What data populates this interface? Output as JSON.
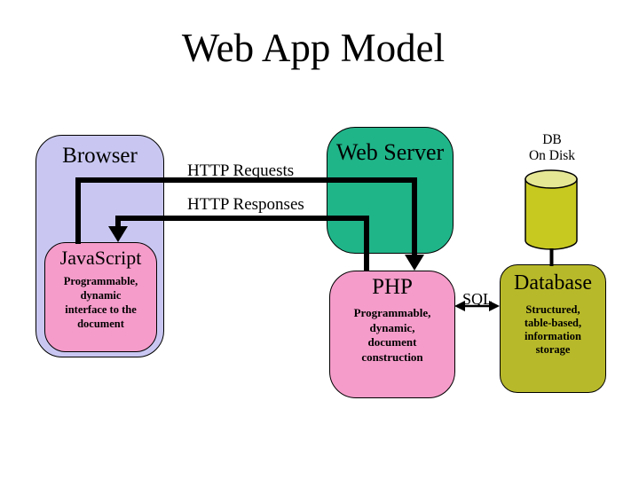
{
  "title": "Web App Model",
  "colors": {
    "browser-fill": "#c9c7f2",
    "script-fill": "#f59cca",
    "server-fill": "#20b489",
    "database-fill": "#b8b92a",
    "cylinder-fill": "#c8c920",
    "cylinder-top-fill": "#e6e794",
    "line": "#000000"
  },
  "nodes": {
    "browser": {
      "label": "Browser"
    },
    "javascript": {
      "label": "JavaScript",
      "body_lines": [
        "Programmable,",
        "dynamic",
        "interface to the",
        "document"
      ]
    },
    "web_server": {
      "label": "Web Server"
    },
    "php": {
      "label": "PHP",
      "body_lines": [
        "Programmable,",
        "dynamic,",
        "document",
        "construction"
      ]
    },
    "db_on_disk": {
      "label_lines": [
        "DB",
        "On Disk"
      ]
    },
    "database": {
      "label": "Database",
      "body_lines": [
        "Structured,",
        "table-based,",
        "information",
        "storage"
      ]
    }
  },
  "edges": {
    "http_requests": {
      "label": "HTTP Requests"
    },
    "http_responses": {
      "label": "HTTP Responses"
    },
    "sql": {
      "label": "SQL"
    }
  }
}
